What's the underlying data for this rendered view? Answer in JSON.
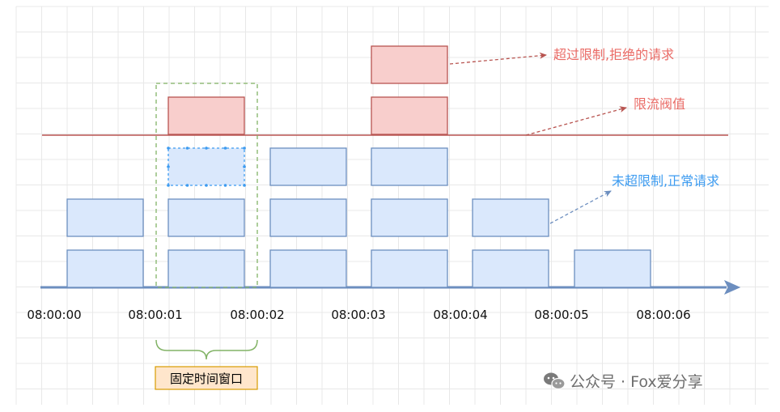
{
  "times": [
    "08:00:00",
    "08:00:01",
    "08:00:02",
    "08:00:03",
    "08:00:04",
    "08:00:05",
    "08:00:06"
  ],
  "labels": {
    "exceed": "超过限制,拒绝的请求",
    "threshold": "限流阀值",
    "normal": "未超限制,正常请求",
    "window": "固定时间窗口"
  },
  "watermark": "公众号 · Fox爱分享",
  "colors": {
    "normal_fill": "#dae8fc",
    "normal_stroke": "#6c8ebf",
    "reject_fill": "#f8cecc",
    "reject_stroke": "#b85450",
    "threshold_line": "#b85450",
    "axis": "#6c8ebf",
    "exceed_text": "#ea6b66",
    "normal_text": "#3c9bf0",
    "window_stroke": "#82b366",
    "window_label_fill": "#ffe6cc",
    "window_label_stroke": "#d79b00",
    "grid": "#e8e8e8"
  },
  "icons": {
    "watermark": "wechat-icon"
  }
}
